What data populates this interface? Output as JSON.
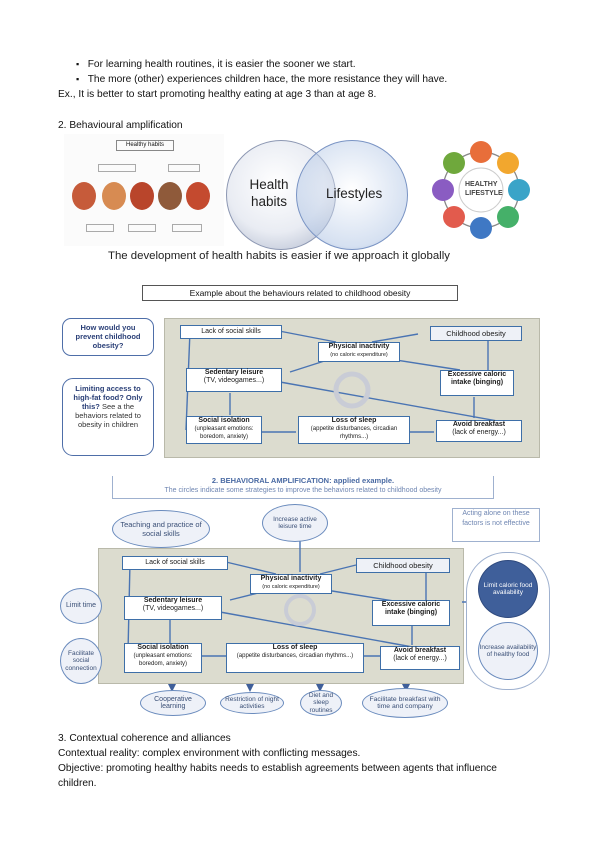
{
  "intro": {
    "bullets": [
      "For learning health routines, it is easier the sooner we start.",
      "The more (other) experiences children hace, the more resistance they will have."
    ],
    "example": "Ex., It is better to start promoting healthy eating at age 3 than at age 8."
  },
  "section2": {
    "heading": "2. Behavioural amplification",
    "poster_title": "Healthy habits",
    "venn_left": "Health habits",
    "venn_right": "Lifestyles",
    "wheel_title": "HEALTHY LIFESTYLE",
    "caption": "The development of health habits is easier if we approach it globally"
  },
  "diagram1": {
    "title": "Example about the behaviours related to childhood obesity",
    "question": "How would you prevent childhood obesity?",
    "limiting_bold": "Limiting access to high-fat food? Only this?",
    "limiting_rest": "See a the behaviors related to obesity in children",
    "lack_social": "Lack of social skills",
    "childhood_obesity": "Childhood obesity",
    "physical_title": "Physical inactivity",
    "physical_sub": "(no caloric expenditure)",
    "sedentary_title": "Sedentary leisure",
    "sedentary_sub": "(TV, videogames...)",
    "excessive_title": "Excessive caloric intake (binging)",
    "social_title": "Social isolation",
    "social_sub": "(unpleasant emotions: boredom, anxiety)",
    "sleep_title": "Loss of sleep",
    "sleep_sub": "(appetite disturbances, circadian rhythms...)",
    "breakfast_title": "Avoid breakfast",
    "breakfast_sub": "(lack of energy...)"
  },
  "diagram2": {
    "title": "2. BEHAVIORAL AMPLIFICATION: applied example.",
    "subtitle": "The circles indicate some strategies to improve the behaviors related to childhood obesity",
    "teaching": "Teaching and practice of social skills",
    "increase_active": "Increase active leisure time",
    "acting_alone": "Acting alone on these factors is not effective",
    "limit_time": "Limit time",
    "facilitate_social": "Facilitate social connection",
    "limit_caloric": "Limit caloric food availability",
    "increase_healthy": "Increase availability of healthy food",
    "cooperative": "Cooperative learning",
    "restriction": "Restriction of night activities",
    "diet_sleep": "Diet and sleep routines",
    "facilitate_breakfast": "Facilitate breakfast with time and company",
    "lack_social": "Lack of social skills",
    "childhood_obesity": "Childhood obesity",
    "physical_title": "Physical inactivity",
    "physical_sub": "(no caloric expenditure)",
    "sedentary_title": "Sedentary leisure",
    "sedentary_sub": "(TV, videogames...)",
    "excessive_title": "Excessive caloric intake (binging)",
    "social_title": "Social isolation",
    "social_sub": "(unpleasant emotions: boredom, anxiety)",
    "sleep_title": "Loss of sleep",
    "sleep_sub": "(appetite disturbances, circadian rhythms...)",
    "breakfast_title": "Avoid breakfast",
    "breakfast_sub": "(lack of energy...)"
  },
  "section3": {
    "heading": "3. Contextual coherence and alliances",
    "line1": "Contextual reality: complex environment with conflicting messages.",
    "line2": "Objective: promoting healthy habits needs to establish agreements between agents that influence",
    "line3": "children."
  }
}
